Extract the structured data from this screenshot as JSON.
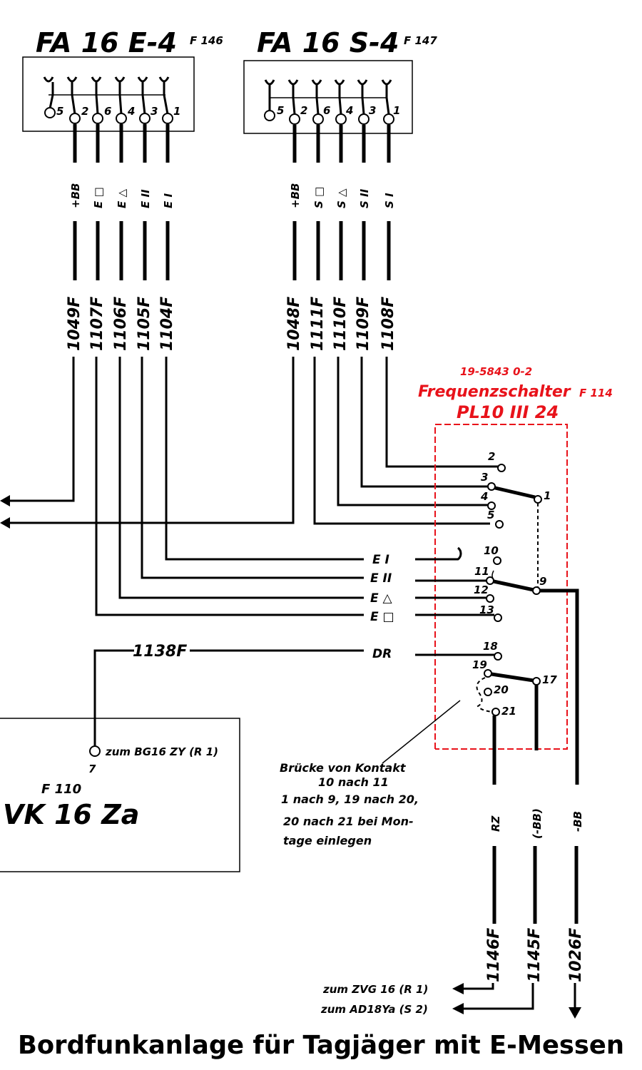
{
  "connector_left": {
    "title": "FA 16 E-4",
    "ref": "F 146",
    "pins": [
      "5",
      "2",
      "6",
      "4",
      "3",
      "1"
    ],
    "signals": [
      "+BB",
      "E □",
      "E △",
      "E II",
      "E I"
    ],
    "wires": [
      "1049F",
      "1107F",
      "1106F",
      "1105F",
      "1104F"
    ]
  },
  "connector_right": {
    "title": "FA 16 S-4",
    "ref": "F 147",
    "pins": [
      "5",
      "2",
      "6",
      "4",
      "3",
      "1"
    ],
    "signals": [
      "+BB",
      "S □",
      "S △",
      "S II",
      "S I"
    ],
    "wires": [
      "1048F",
      "1111F",
      "1110F",
      "1109F",
      "1108F"
    ]
  },
  "switch": {
    "part_no": "19-5843 0-2",
    "name": "Frequenzschalter",
    "ref": "F 114",
    "type": "PL10 III 24",
    "contacts": [
      "2",
      "3",
      "4",
      "5",
      "1",
      "10",
      "11",
      "12",
      "13",
      "9",
      "18",
      "19",
      "20",
      "21",
      "17"
    ]
  },
  "e_labels": [
    "E I",
    "E II",
    "E △",
    "E □"
  ],
  "dr": {
    "label": "DR",
    "wire": "1138F",
    "note": "zum BG16 ZY (R 1)",
    "pin": "7"
  },
  "vk": {
    "ref": "F 110",
    "name": "VK 16 Za"
  },
  "bridge_note": [
    "Brücke von Kontakt",
    "10 nach 11",
    "1 nach 9,    19 nach 20,",
    "20 nach 21  bei  Mon-",
    "tage einlegen"
  ],
  "outputs": {
    "signals": [
      "RZ",
      "(-BB)",
      "-BB"
    ],
    "wires": [
      "1146F",
      "1145F",
      "1026F"
    ],
    "targets": [
      "zum ZVG 16 (R 1)",
      "zum AD18Ya (S 2)"
    ]
  },
  "caption": "Bordfunkanlage für Tagjäger mit E-Messen"
}
